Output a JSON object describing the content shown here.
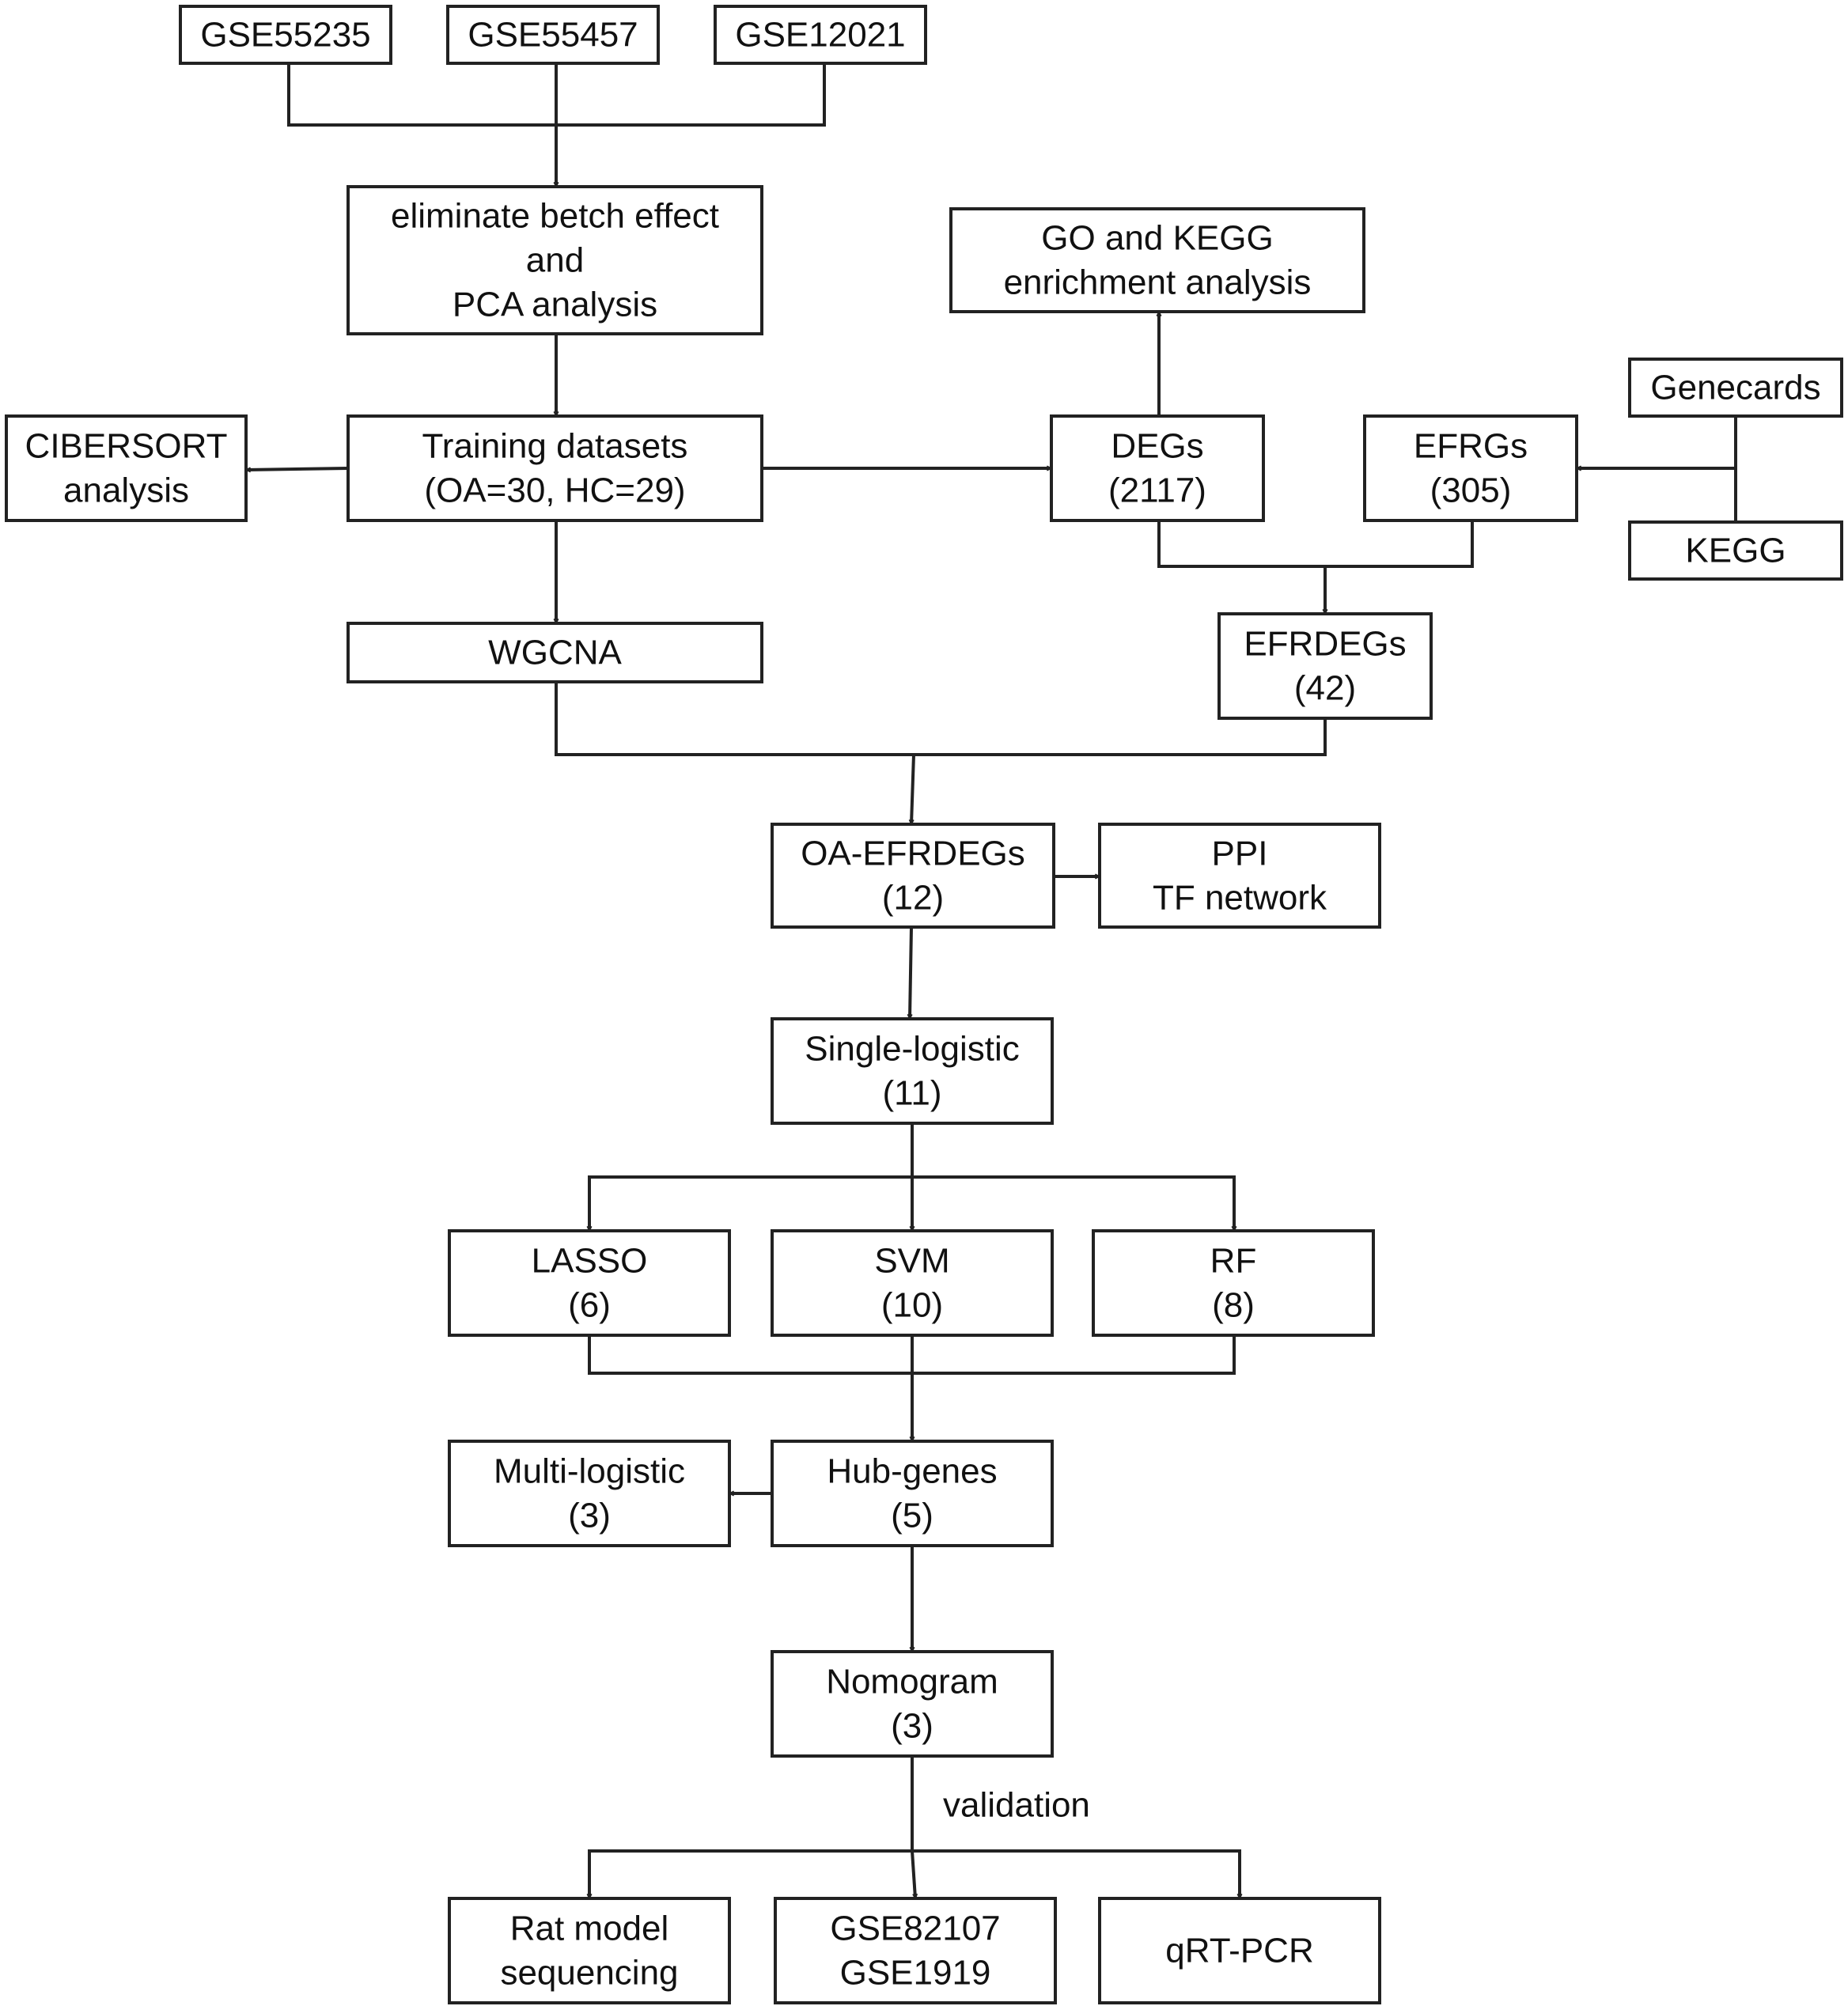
{
  "diagram": {
    "type": "flowchart",
    "nodes": [
      {
        "id": "gse55235",
        "lines": [
          "GSE55235"
        ]
      },
      {
        "id": "gse55457",
        "lines": [
          "GSE55457"
        ]
      },
      {
        "id": "gse12021",
        "lines": [
          "GSE12021"
        ]
      },
      {
        "id": "batch",
        "lines": [
          "eliminate betch effect",
          "and",
          "PCA analysis"
        ]
      },
      {
        "id": "cibersort",
        "lines": [
          "CIBERSORT",
          "analysis"
        ]
      },
      {
        "id": "training",
        "lines": [
          "Training datasets",
          "(OA=30, HC=29)"
        ]
      },
      {
        "id": "go_kegg",
        "lines": [
          "GO and KEGG",
          "enrichment analysis"
        ]
      },
      {
        "id": "degs",
        "lines": [
          "DEGs",
          "(2117)"
        ]
      },
      {
        "id": "efrgs",
        "lines": [
          "EFRGs",
          "(305)"
        ]
      },
      {
        "id": "genecards",
        "lines": [
          "Genecards"
        ]
      },
      {
        "id": "kegg",
        "lines": [
          "KEGG"
        ]
      },
      {
        "id": "wgcna",
        "lines": [
          "WGCNA"
        ]
      },
      {
        "id": "efrdegs",
        "lines": [
          "EFRDEGs",
          "(42)"
        ]
      },
      {
        "id": "oa_efrdegs",
        "lines": [
          "OA-EFRDEGs",
          "(12)"
        ]
      },
      {
        "id": "ppi",
        "lines": [
          "PPI",
          "TF network"
        ]
      },
      {
        "id": "single",
        "lines": [
          "Single-logistic",
          "(11)"
        ]
      },
      {
        "id": "lasso",
        "lines": [
          "LASSO",
          "(6)"
        ]
      },
      {
        "id": "svm",
        "lines": [
          "SVM",
          "(10)"
        ]
      },
      {
        "id": "rf",
        "lines": [
          "RF",
          "(8)"
        ]
      },
      {
        "id": "multi",
        "lines": [
          "Multi-logistic",
          "(3)"
        ]
      },
      {
        "id": "hub",
        "lines": [
          "Hub-genes",
          "(5)"
        ]
      },
      {
        "id": "nomogram",
        "lines": [
          "Nomogram",
          "(3)"
        ]
      },
      {
        "id": "rat",
        "lines": [
          "Rat model",
          "sequencing"
        ]
      },
      {
        "id": "gse82107",
        "lines": [
          "GSE82107",
          "GSE1919"
        ]
      },
      {
        "id": "qrtpcr",
        "lines": [
          "qRT-PCR"
        ]
      }
    ],
    "edges": [
      {
        "from": [
          "gse55235",
          "gse55457",
          "gse12021"
        ],
        "to": "batch"
      },
      {
        "from": "batch",
        "to": "training"
      },
      {
        "from": "training",
        "to": "cibersort"
      },
      {
        "from": "training",
        "to": "degs"
      },
      {
        "from": "training",
        "to": "wgcna"
      },
      {
        "from": "degs",
        "to": "go_kegg"
      },
      {
        "from": [
          "genecards",
          "kegg"
        ],
        "to": "efrgs"
      },
      {
        "from": [
          "degs",
          "efrgs"
        ],
        "to": "efrdegs"
      },
      {
        "from": [
          "wgcna",
          "efrdegs"
        ],
        "to": "oa_efrdegs"
      },
      {
        "from": "oa_efrdegs",
        "to": "ppi"
      },
      {
        "from": "oa_efrdegs",
        "to": "single"
      },
      {
        "from": "single",
        "to": [
          "lasso",
          "svm",
          "rf"
        ]
      },
      {
        "from": [
          "lasso",
          "svm",
          "rf"
        ],
        "to": "hub"
      },
      {
        "from": "hub",
        "to": "multi"
      },
      {
        "from": "hub",
        "to": "nomogram"
      },
      {
        "from": "nomogram",
        "to": [
          "rat",
          "gse82107",
          "qrtpcr"
        ],
        "label": "validation"
      }
    ]
  }
}
